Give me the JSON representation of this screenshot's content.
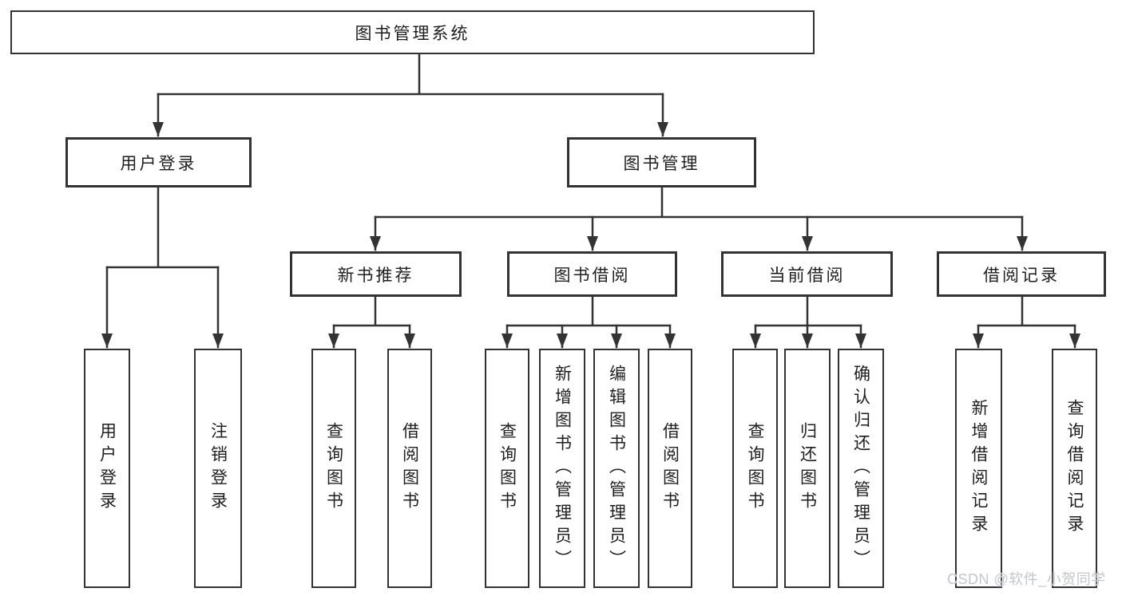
{
  "colors": {
    "line": "#333333",
    "box_border": "#333333",
    "text": "#1e1e1e",
    "watermark": "#c3c6cc"
  },
  "tree": {
    "root": {
      "label": "图书管理系统"
    },
    "branches": [
      {
        "label": "用户登录",
        "children": [
          {
            "label": "用户登录"
          },
          {
            "label": "注销登录"
          }
        ]
      },
      {
        "label": "图书管理",
        "sections": [
          {
            "label": "新书推荐",
            "children": [
              {
                "label": "查询图书"
              },
              {
                "label": "借阅图书"
              }
            ]
          },
          {
            "label": "图书借阅",
            "children": [
              {
                "label": "查询图书"
              },
              {
                "label": "新增图书（管理员）"
              },
              {
                "label": "编辑图书（管理员）"
              },
              {
                "label": "借阅图书"
              }
            ]
          },
          {
            "label": "当前借阅",
            "children": [
              {
                "label": "查询图书"
              },
              {
                "label": "归还图书"
              },
              {
                "label": "确认归还（管理员）"
              }
            ]
          },
          {
            "label": "借阅记录",
            "children": [
              {
                "label": "新增借阅记录"
              },
              {
                "label": "查询借阅记录"
              }
            ]
          }
        ]
      }
    ]
  },
  "watermark": {
    "text": "CSDN @软件_小贺同学"
  }
}
